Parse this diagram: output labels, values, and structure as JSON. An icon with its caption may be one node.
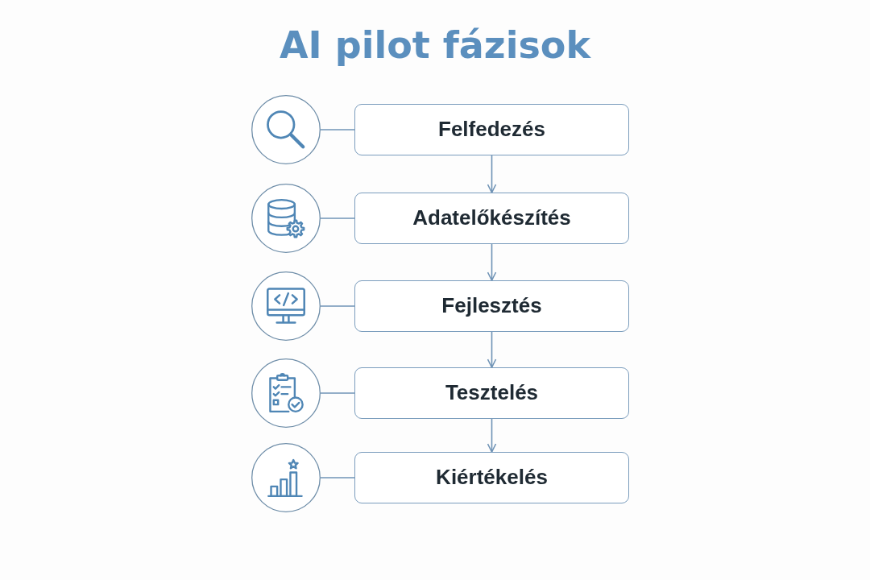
{
  "diagram": {
    "title": "AI pilot fázisok",
    "nodes": [
      {
        "text": [],
        "shape": "circle"
      },
      {
        "text": [
          "Felfedezés"
        ]
      },
      {
        "text": [],
        "shape": "circle"
      },
      {
        "text": [
          "Adatelőkészítés"
        ]
      },
      {
        "text": [],
        "shape": "circle"
      },
      {
        "text": [
          "Fejlesztés"
        ]
      },
      {
        "text": [],
        "shape": "circle"
      },
      {
        "text": [
          "Tesztelés"
        ]
      },
      {
        "text": [],
        "shape": "circle"
      },
      {
        "text": [
          "Kiértékelés"
        ]
      }
    ],
    "edges": [
      {
        "from": 0,
        "to": 1,
        "arrow": "none"
      },
      {
        "from": 1,
        "to": 3,
        "arrow": "to"
      },
      {
        "from": 2,
        "to": 3,
        "arrow": "none"
      },
      {
        "from": 3,
        "to": 5,
        "arrow": "to"
      },
      {
        "from": 4,
        "to": 5,
        "arrow": "none"
      },
      {
        "from": 5,
        "to": 7,
        "arrow": "to"
      },
      {
        "from": 6,
        "to": 7,
        "arrow": "none"
      },
      {
        "from": 7,
        "to": 9,
        "arrow": "to"
      },
      {
        "from": 8,
        "to": 9,
        "arrow": "none"
      }
    ]
  }
}
